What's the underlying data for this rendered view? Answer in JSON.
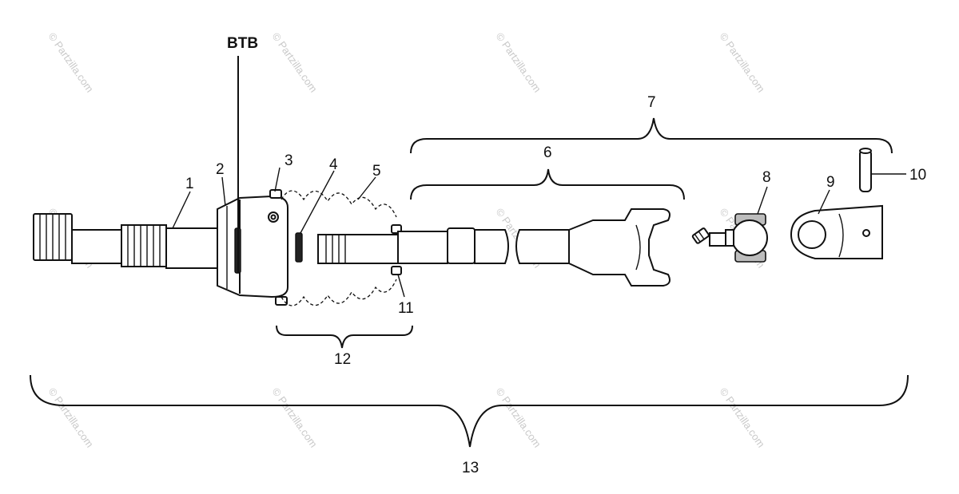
{
  "diagram": {
    "labels": {
      "btb": "BTB",
      "p1": "1",
      "p2": "2",
      "p3": "3",
      "p4": "4",
      "p5": "5",
      "p6": "6",
      "p7": "7",
      "p8": "8",
      "p9": "9",
      "p10": "10",
      "p11": "11",
      "p12": "12",
      "p13": "13"
    },
    "watermark": "© Partzilla.com"
  }
}
